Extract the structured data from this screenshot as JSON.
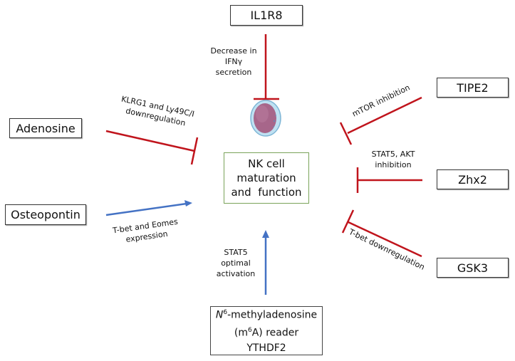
{
  "center": {
    "lines": [
      "NK cell",
      "maturation",
      "and  function"
    ],
    "border_color": "#7aa35a",
    "icon": "nk-cell-icon"
  },
  "colors": {
    "inhibition": "#c0141c",
    "activation": "#4472c4"
  },
  "nodes": {
    "il1r8": {
      "label": "IL1R8",
      "effect": "inhibition",
      "annotation": [
        "Decrease in",
        "IFNγ",
        "secretion"
      ]
    },
    "adenosine": {
      "label": "Adenosine",
      "effect": "inhibition",
      "annotation": [
        "KLRG1 and Ly49C/I",
        "downregulation"
      ]
    },
    "osteopontin": {
      "label": "Osteopontin",
      "effect": "activation",
      "annotation": [
        "T-bet and Eomes",
        "expression"
      ]
    },
    "tipe2": {
      "label": "TIPE2",
      "effect": "inhibition",
      "annotation": [
        "mTOR inhibition"
      ]
    },
    "zhx2": {
      "label": "Zhx2",
      "effect": "inhibition",
      "annotation": [
        "STAT5, AKT",
        "inhibition"
      ]
    },
    "gsk3": {
      "label": "GSK3",
      "effect": "inhibition",
      "annotation": [
        "T-bet downregulation"
      ]
    },
    "ythdf2": {
      "line1_italic": "N",
      "line1_sup": "6",
      "line1_rest": "-methyladenosine",
      "line2_pre": "(m",
      "line2_sup": "6",
      "line2_rest": "A) reader",
      "line3": "YTHDF2",
      "effect": "activation",
      "annotation": [
        "STAT5",
        "optimal",
        "activation"
      ]
    }
  }
}
